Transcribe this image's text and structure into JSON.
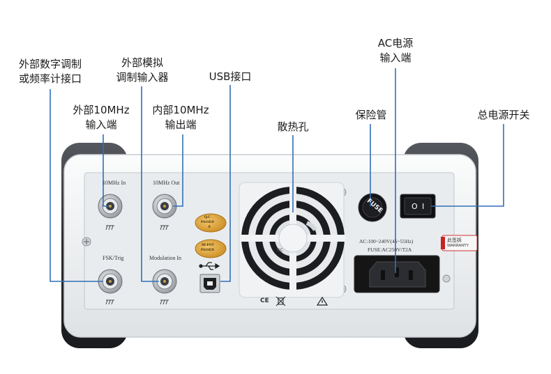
{
  "callouts": {
    "ext_mod_digital": {
      "line1": "外部数字调制",
      "line2": "或频率计接口"
    },
    "ext_analog_mod": {
      "line1": "外部模拟",
      "line2": "调制输入器"
    },
    "usb_port": {
      "line1": "USB接口"
    },
    "ac_power_input": {
      "line1": "AC电源",
      "line2": "输入端"
    },
    "ext_10mhz_in": {
      "line1": "外部10MHz",
      "line2": "输入端"
    },
    "int_10mhz_out": {
      "line1": "内部10MHz",
      "line2": "输出端"
    },
    "vent_holes": {
      "line1": "散热孔"
    },
    "fuse_holder": {
      "line1": "保险管"
    },
    "main_power_switch": {
      "line1": "总电源开关"
    }
  },
  "panel": {
    "label_10mhz_in": "10MHz In",
    "label_10mhz_out": "10MHz Out",
    "label_fsk_trig": "FSK/Trig",
    "label_modulation_in": "Modulation In",
    "qc_sticker_line1": "Q.C",
    "qc_sticker_line2": "PASSED",
    "qc_sticker_line3": "8",
    "hipot_sticker_line1": "HI-POT",
    "hipot_sticker_line2": "PASSED",
    "fuse_cap_text": "FUSE",
    "power_spec": "AC:100~240V(45~55Hz)",
    "fuse_spec": "FUSE:AC250V/T2A",
    "warranty_line1": "此签拆",
    "warranty_line2": "WARRANTY",
    "switch_off_symbol": "O",
    "switch_on_symbol": "I",
    "ce_mark": "CE",
    "fan_label": "DC"
  },
  "colors": {
    "callout_line": "#2f6fb8",
    "panel_face": "#e9ecef",
    "panel_frame": "#f6f7f8",
    "bumper": "#2b2d31",
    "bnc_metal": "#b9bec4",
    "sticker_gold": "#d9a23a",
    "socket_black": "#151515"
  }
}
